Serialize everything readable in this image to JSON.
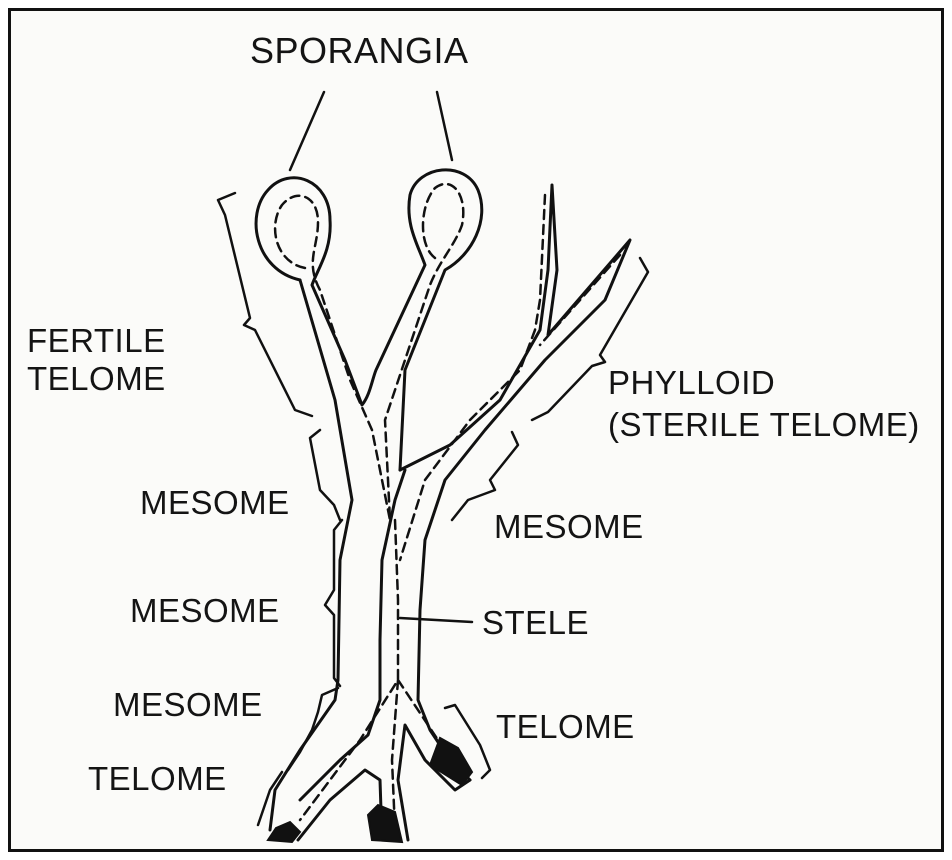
{
  "diagram": {
    "labels": {
      "sporangia": "SPORANGIA",
      "fertile_telome_line1": "FERTILE",
      "fertile_telome_line2": "TELOME",
      "phylloid_line1": "PHYLLOID",
      "phylloid_line2": "(STERILE TELOME)",
      "mesome_left_1": "MESOME",
      "mesome_left_2": "MESOME",
      "mesome_left_3": "MESOME",
      "mesome_right": "MESOME",
      "stele": "STELE",
      "telome_right": "TELOME",
      "telome_left": "TELOME"
    }
  }
}
